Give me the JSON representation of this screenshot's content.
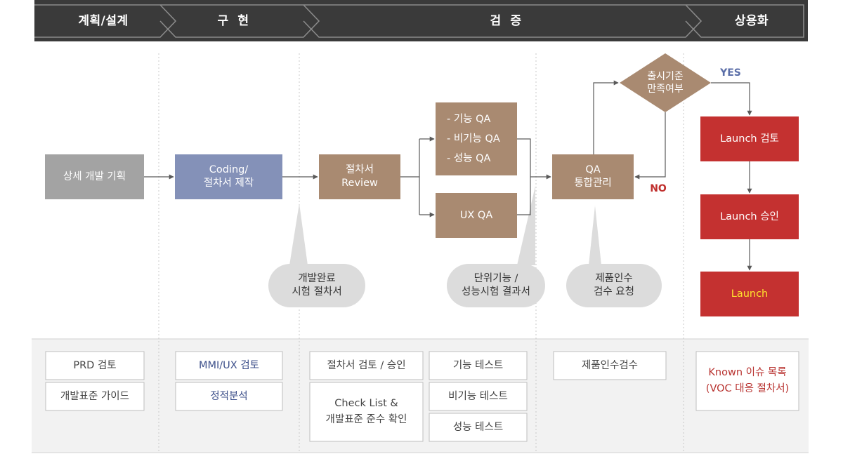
{
  "phases": {
    "planning": "계획/설계",
    "implementation": "구  현",
    "verification": "검  증",
    "commercialization": "상용화"
  },
  "flow": {
    "detailed_plan": "상세 개발 기획",
    "coding": "Coding/\n절차서 제작",
    "procedure_review": "절차서\nReview",
    "qa_list": "- 기능 QA\n- 비기능 QA\n- 성능 QA",
    "ux_qa": "UX QA",
    "qa_integration": "QA\n통합관리",
    "decision": "출시기준\n만족여부",
    "yes_label": "YES",
    "no_label": "NO",
    "launch_review": "Launch 검토",
    "launch_approval": "Launch 승인",
    "launch": "Launch"
  },
  "callouts": {
    "dev_complete": "개발완료\n시험 절차서",
    "unit_perf_result": "단위기능 /\n성능시험 결과서",
    "acceptance_request": "제품인수\n검수 요청"
  },
  "bottom": {
    "planning": [
      "PRD 검토",
      "개발표준 가이드"
    ],
    "implementation": [
      "MMI/UX 검토",
      "정적분석"
    ],
    "verification_left": [
      "절차서 검토 / 승인",
      "Check List &\n개발표준 준수 확인"
    ],
    "verification_right": [
      "기능 테스트",
      "비기능 테스트",
      "성능 테스트"
    ],
    "acceptance": [
      "제품인수검수"
    ],
    "commercialization": [
      "Known 이슈 목록\n(VOC 대응 절차서)"
    ]
  },
  "colors": {
    "header_bar": "#3a3a3a",
    "gray_box": "#a3a3a3",
    "blue_box": "#8491b8",
    "brown_box": "#a98a71",
    "red_box": "#c43130",
    "callout": "#dcdcdc",
    "bottom_band": "#f2f2f2",
    "arrow": "#5a5a5a"
  }
}
